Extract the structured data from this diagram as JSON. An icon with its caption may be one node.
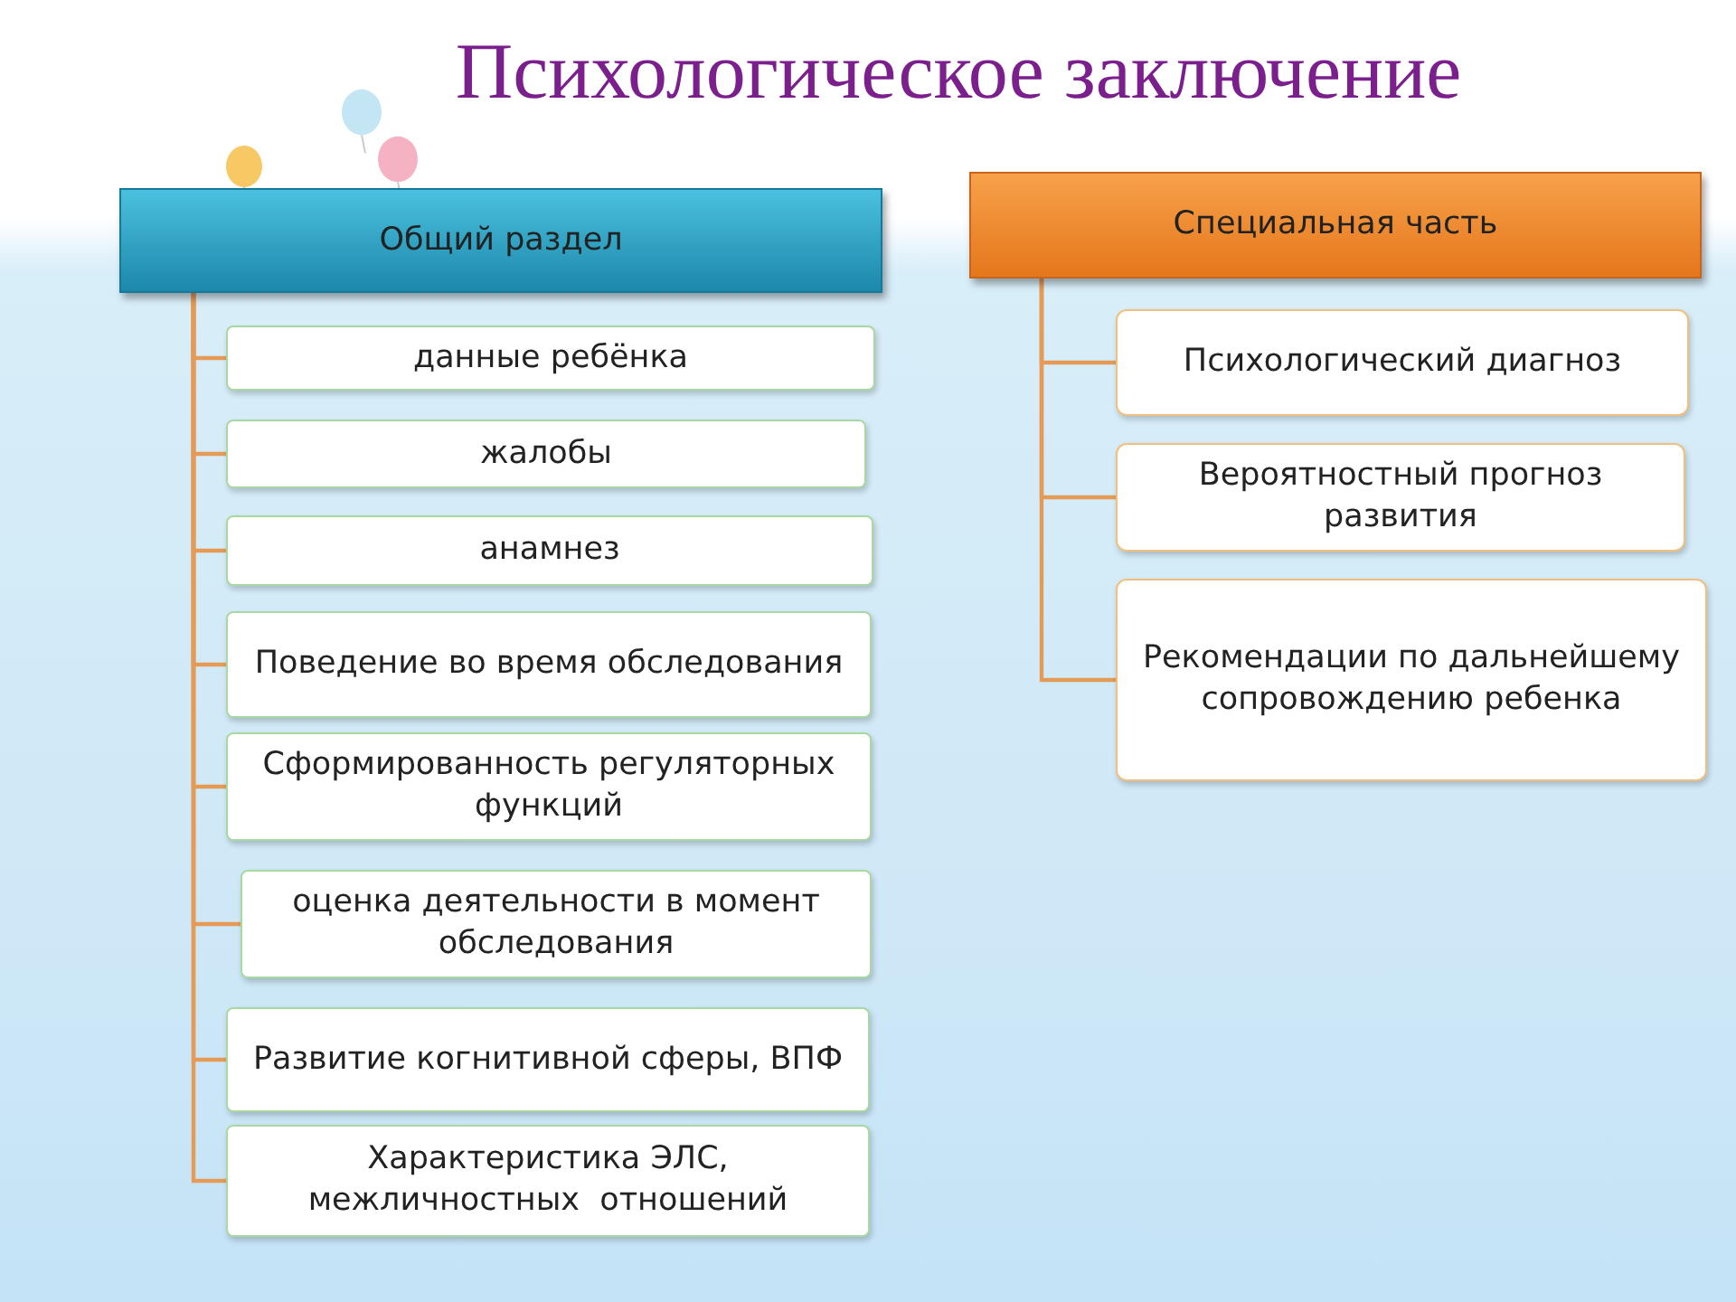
{
  "diagram": {
    "title": "Психологическое заключение",
    "nodes": [
      {
        "text": [
          "Общий раздел"
        ]
      },
      {
        "text": [
          "данные ребёнка"
        ]
      },
      {
        "text": [
          "жалобы"
        ]
      },
      {
        "text": [
          "анамнез"
        ]
      },
      {
        "text": [
          "Поведение во время обследования"
        ]
      },
      {
        "text": [
          "Сформированность регуляторных функций"
        ]
      },
      {
        "text": [
          "оценка деятельности в момент обследования"
        ]
      },
      {
        "text": [
          "Развитие когнитивной сферы, ВПФ"
        ]
      },
      {
        "text": [
          "Характеристика ЭЛС, межличностных  отношений"
        ]
      },
      {
        "text": [
          "Специальная часть"
        ]
      },
      {
        "text": [
          "Психологический диагноз"
        ]
      },
      {
        "text": [
          "Вероятностный прогноз развития"
        ]
      },
      {
        "text": [
          "Рекомендации по дальнейшему сопровождению ребенка"
        ]
      }
    ],
    "edges": [
      {
        "from": 0,
        "to": 1,
        "arrow": "none"
      },
      {
        "from": 0,
        "to": 2,
        "arrow": "none"
      },
      {
        "from": 0,
        "to": 3,
        "arrow": "none"
      },
      {
        "from": 0,
        "to": 4,
        "arrow": "none"
      },
      {
        "from": 0,
        "to": 5,
        "arrow": "none"
      },
      {
        "from": 0,
        "to": 6,
        "arrow": "none"
      },
      {
        "from": 0,
        "to": 7,
        "arrow": "none"
      },
      {
        "from": 0,
        "to": 8,
        "arrow": "none"
      },
      {
        "from": 9,
        "to": 10,
        "arrow": "none"
      },
      {
        "from": 9,
        "to": 11,
        "arrow": "none"
      },
      {
        "from": 9,
        "to": 12,
        "arrow": "none"
      }
    ]
  }
}
